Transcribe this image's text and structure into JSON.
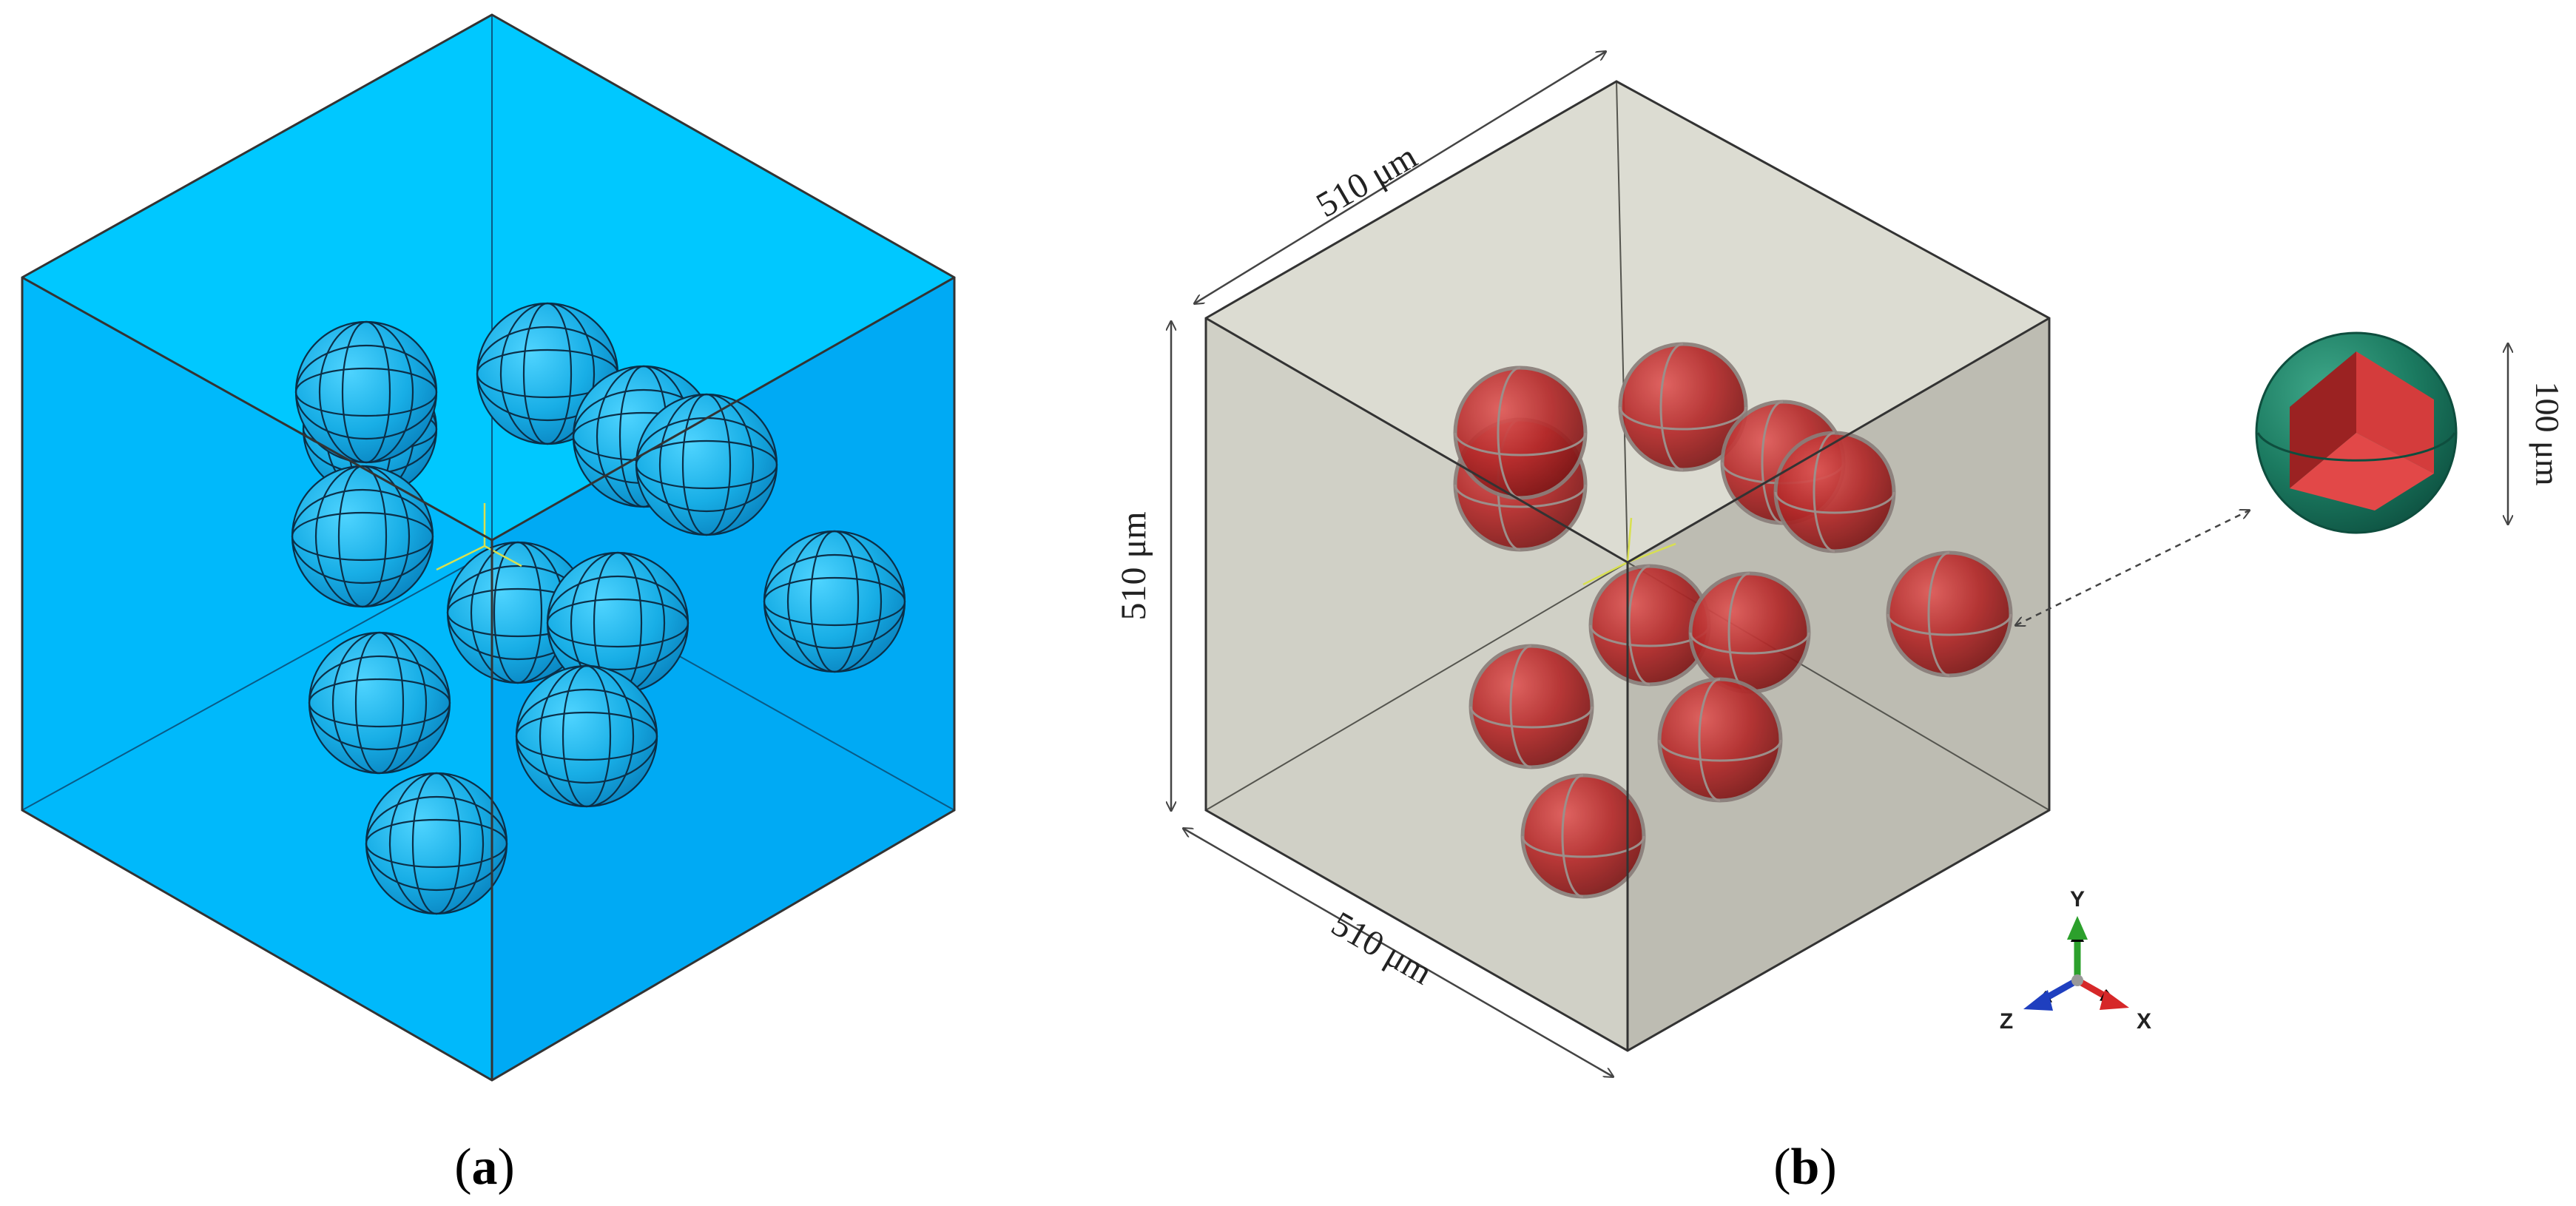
{
  "panel_a": {
    "caption_paren_open": "(",
    "caption_letter": "a",
    "caption_paren_close": ")"
  },
  "panel_b": {
    "caption_paren_open": "(",
    "caption_letter": "b",
    "caption_paren_close": ")",
    "dim_top": "510 μm",
    "dim_left": "510 μm",
    "dim_bottom": "510 μm",
    "inset_dim": "100 μm",
    "triad": {
      "y": "Y",
      "z": "Z",
      "x": "X"
    }
  },
  "colors": {
    "matrix_blue_top": "#00c8ff",
    "matrix_blue_left": "#00b9fb",
    "matrix_blue_right": "#00aaf4",
    "matrix_gray_top": "#dcdcd2",
    "matrix_gray_left": "#d0d0c6",
    "matrix_gray_right": "#bdbcb2",
    "particle_red": "#b92e2e",
    "shell_green": "#1e7a62",
    "core_red": "#dc3c3c"
  }
}
